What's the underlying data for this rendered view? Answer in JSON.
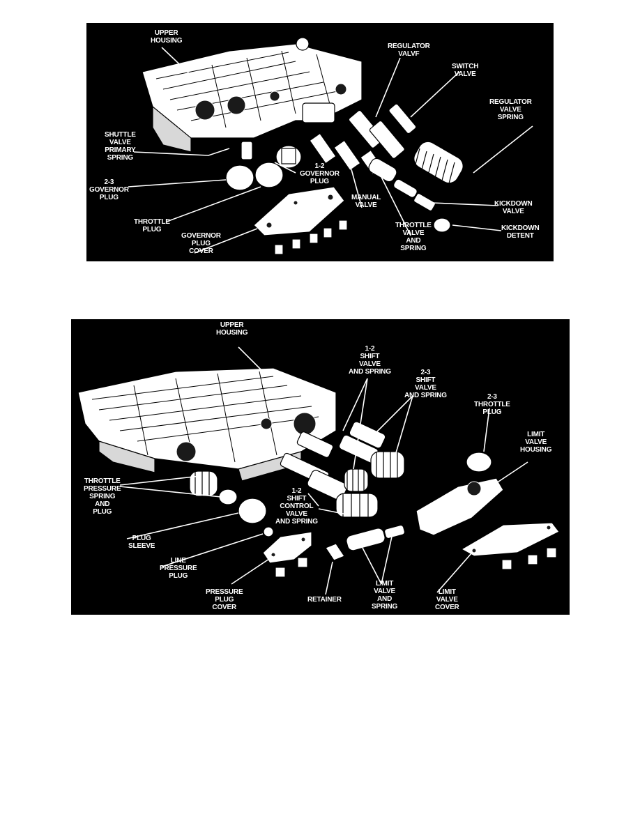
{
  "colors": {
    "figure_background": "#000000",
    "line_art": "#ffffff",
    "page": "#ffffff"
  },
  "figure1": {
    "labels": {
      "upper_housing": "UPPER\nHOUSING",
      "regulator_valve": "REGULATOR\nVALVF",
      "switch_valve": "SWITCH\nVALVE",
      "regulator_valve_spring": "REGULATOR\nVALVE\nSPRING",
      "shuttle_valve_primary_spring": "SHUTTLE\nVALVE\nPRIMARY\nSPRING",
      "governor_plug_23": "2-3\nGOVERNOR\nPLUG",
      "governor_plug_12": "1-2\nGOVERNOR\nPLUG",
      "manual_valve": "MANUAL\nVALVE",
      "throttle_plug": "THROTTLE\nPLUG",
      "governor_plug_cover": "GOVERNOR\nPLUG\nCOVER",
      "throttle_valve_and_spring": "THROTTLE\nVALVE\nAND\nSPRING",
      "kickdown_valve": "KICKDOWN\nVALVE",
      "kickdown_detent": "KICKDOWN\nDETENT"
    }
  },
  "figure2": {
    "labels": {
      "upper_housing": "UPPER\nHOUSING",
      "shift_valve_12": "1-2\nSHIFT\nVALVE\nAND SPRING",
      "shift_valve_23": "2-3\nSHIFT\nVALVE\nAND SPRING",
      "throttle_plug_23": "2-3\nTHROTTLE\nPLUG",
      "limit_valve_housing": "LIMIT\nVALVE\nHOUSING",
      "throttle_pressure_spring": "THROTTLE\nPRESSURE\nSPRING\nAND\nPLUG",
      "shift_control_valve_12": "1-2\nSHIFT\nCONTROL\nVALVE\nAND SPRING",
      "plug_sleeve": "PLUG\nSLEEVE",
      "line_pressure_plug": "LINE\nPRESSURE\nPLUG",
      "pressure_plug_cover": "PRESSURE\nPLUG\nCOVER",
      "retainer": "RETAINER",
      "limit_valve_and_spring": "LIMIT\nVALVE\nAND\nSPRING",
      "limit_valve_cover": "LIMIT\nVALVE\nCOVER"
    }
  }
}
